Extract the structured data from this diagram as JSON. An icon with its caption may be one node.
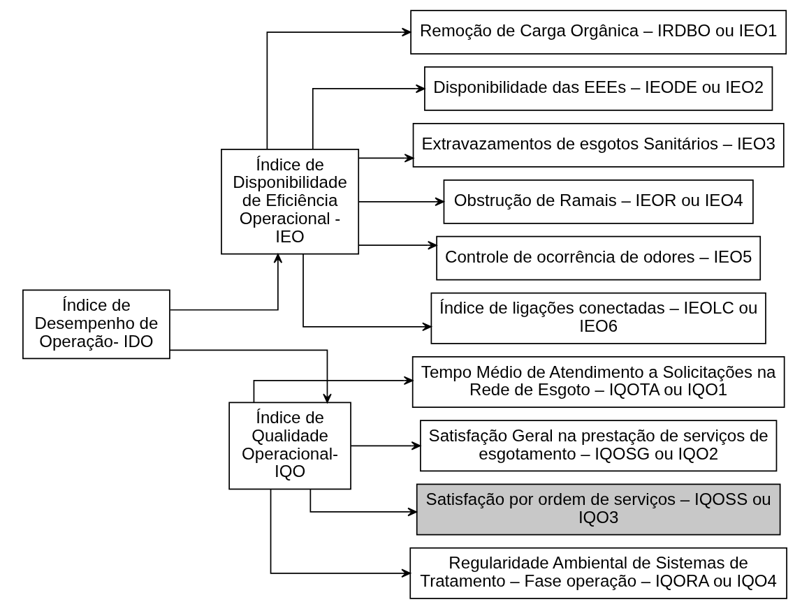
{
  "diagram": {
    "nodes": [
      {
        "text": [
          "Índice de Desempenho de Operação- IDO"
        ]
      },
      {
        "text": [
          "Índice de Disponibilidade de Eficiência Operacional - IEO"
        ]
      },
      {
        "text": [
          "Remoção de Carga Orgânica – IRDBO ou IEO1"
        ]
      },
      {
        "text": [
          "Disponibilidade das EEEs – IEODE ou IEO2"
        ]
      },
      {
        "text": [
          "Extravazamentos de esgotos Sanitários – IEO3"
        ]
      },
      {
        "text": [
          "Obstrução de Ramais – IEOR ou IEO4"
        ]
      },
      {
        "text": [
          "Controle de ocorrência de odores – IEO5"
        ]
      },
      {
        "text": [
          "Índice de ligações conectadas – IEOLC ou IEO6"
        ]
      },
      {
        "text": [
          "Índice de Qualidade Operacional- IQO"
        ]
      },
      {
        "text": [
          "Tempo Médio de Atendimento a Solicitações na Rede de Esgoto – IQOTA ou IQO1"
        ]
      },
      {
        "text": [
          "Satisfação Geral na prestação de serviços de esgotamento – IQOSG ou IQO2"
        ]
      },
      {
        "text": [
          "Satisfação por ordem de serviços – IQOSS ou IQO3"
        ]
      },
      {
        "text": [
          "Regularidade Ambiental de Sistemas de Tratamento – Fase operação – IQORA ou IQO4"
        ]
      }
    ],
    "edges": [
      {
        "from": 0,
        "to": 1,
        "arrow": "to"
      },
      {
        "from": 0,
        "to": 8,
        "arrow": "to"
      },
      {
        "from": 1,
        "to": 2,
        "arrow": "to"
      },
      {
        "from": 1,
        "to": 3,
        "arrow": "to"
      },
      {
        "from": 1,
        "to": 4,
        "arrow": "to"
      },
      {
        "from": 1,
        "to": 5,
        "arrow": "to"
      },
      {
        "from": 1,
        "to": 6,
        "arrow": "to"
      },
      {
        "from": 1,
        "to": 7,
        "arrow": "to"
      },
      {
        "from": 8,
        "to": 9,
        "arrow": "to"
      },
      {
        "from": 8,
        "to": 10,
        "arrow": "to"
      },
      {
        "from": 8,
        "to": 11,
        "arrow": "to"
      },
      {
        "from": 8,
        "to": 12,
        "arrow": "to"
      }
    ]
  }
}
